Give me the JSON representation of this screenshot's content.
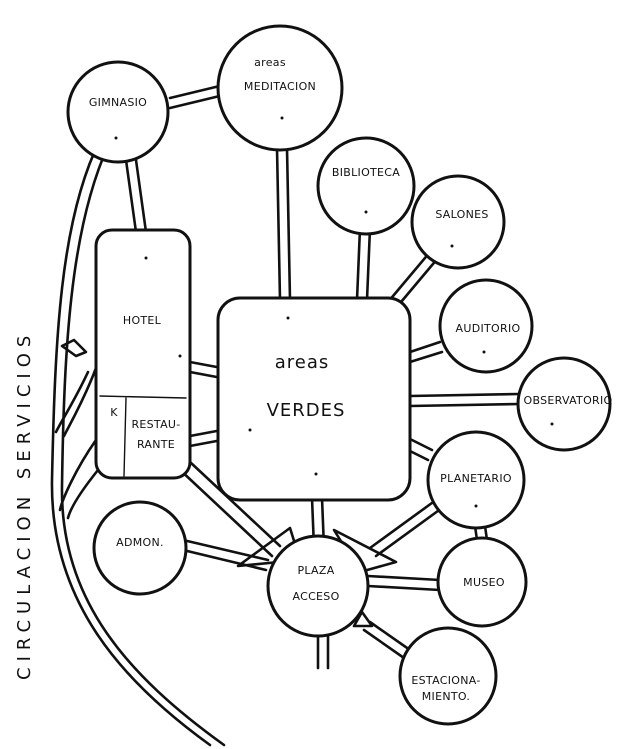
{
  "diagram": {
    "side_label": "CIRCULACION SERVICIOS",
    "center": {
      "line1": "areas",
      "line2": "VERDES"
    },
    "hotel": "HOTEL",
    "restaurant": {
      "mark": "K",
      "line1": "RESTAU-",
      "line2": "RANTE"
    },
    "nodes": {
      "gimnasio": "GIMNASIO",
      "meditacion": {
        "line1": "areas",
        "line2": "MEDITACION"
      },
      "biblioteca": "BIBLIOTECA",
      "salones": "SALONES",
      "auditorio": "AUDITORIO",
      "observatorio": "OBSERVATORIO",
      "planetario": "PLANETARIO",
      "museo": "MUSEO",
      "admon": "ADMON.",
      "plaza": {
        "line1": "PLAZA",
        "line2": "ACCESO"
      },
      "estacionamiento": {
        "line1": "ESTACIONA-",
        "line2": "MIENTO."
      }
    }
  }
}
